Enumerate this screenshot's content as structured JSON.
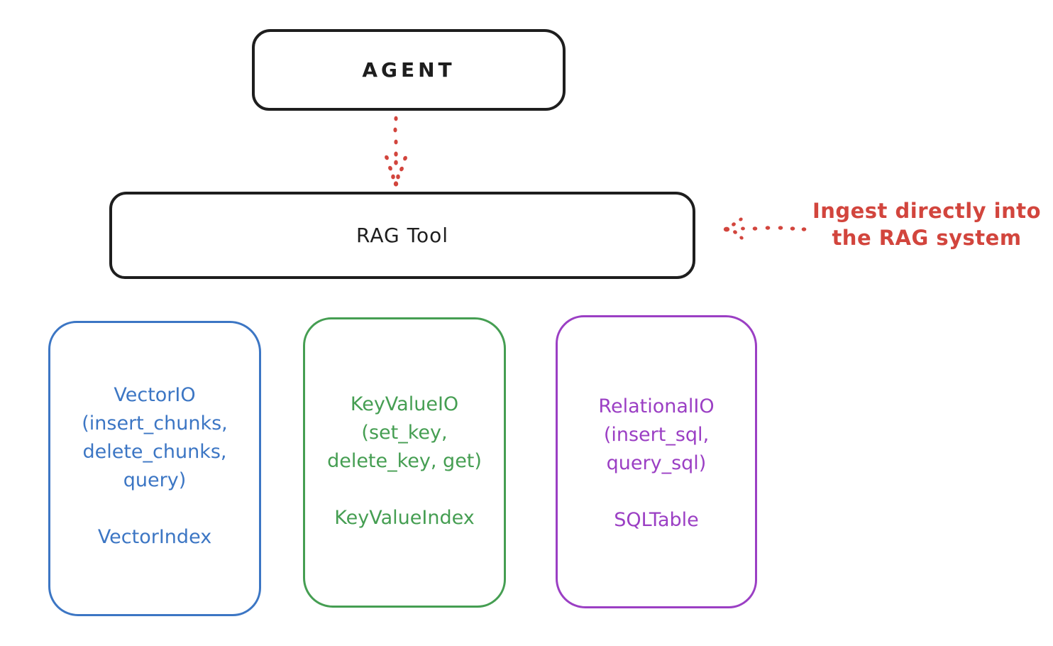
{
  "canvas": {
    "background": "#ffffff",
    "ink_color": "#1e1e1e",
    "accent_red": "#d2453d"
  },
  "agent_box": {
    "label": "AGENT"
  },
  "rag_tool_box": {
    "label": "RAG Tool"
  },
  "flow_arrow": {
    "type": "dotted-arrow-down",
    "color": "#d2453d"
  },
  "ingest_annotation": {
    "line1": "Ingest directly into",
    "line2": "the RAG system",
    "color": "#d2453d",
    "arrow_type": "dotted-arrow-left"
  },
  "io_boxes": [
    {
      "name": "vector-io",
      "color": "#3c76c4",
      "lines": [
        "VectorIO",
        "(insert_chunks,",
        "delete_chunks,",
        "query)"
      ],
      "footer": "VectorIndex"
    },
    {
      "name": "keyvalue-io",
      "color": "#459e52",
      "lines": [
        "KeyValueIO",
        "(set_key,",
        "delete_key, get)"
      ],
      "footer": "KeyValueIndex"
    },
    {
      "name": "relational-io",
      "color": "#9b3fc4",
      "lines": [
        "RelationalIO",
        "(insert_sql,",
        "query_sql)"
      ],
      "footer": "SQLTable"
    }
  ]
}
